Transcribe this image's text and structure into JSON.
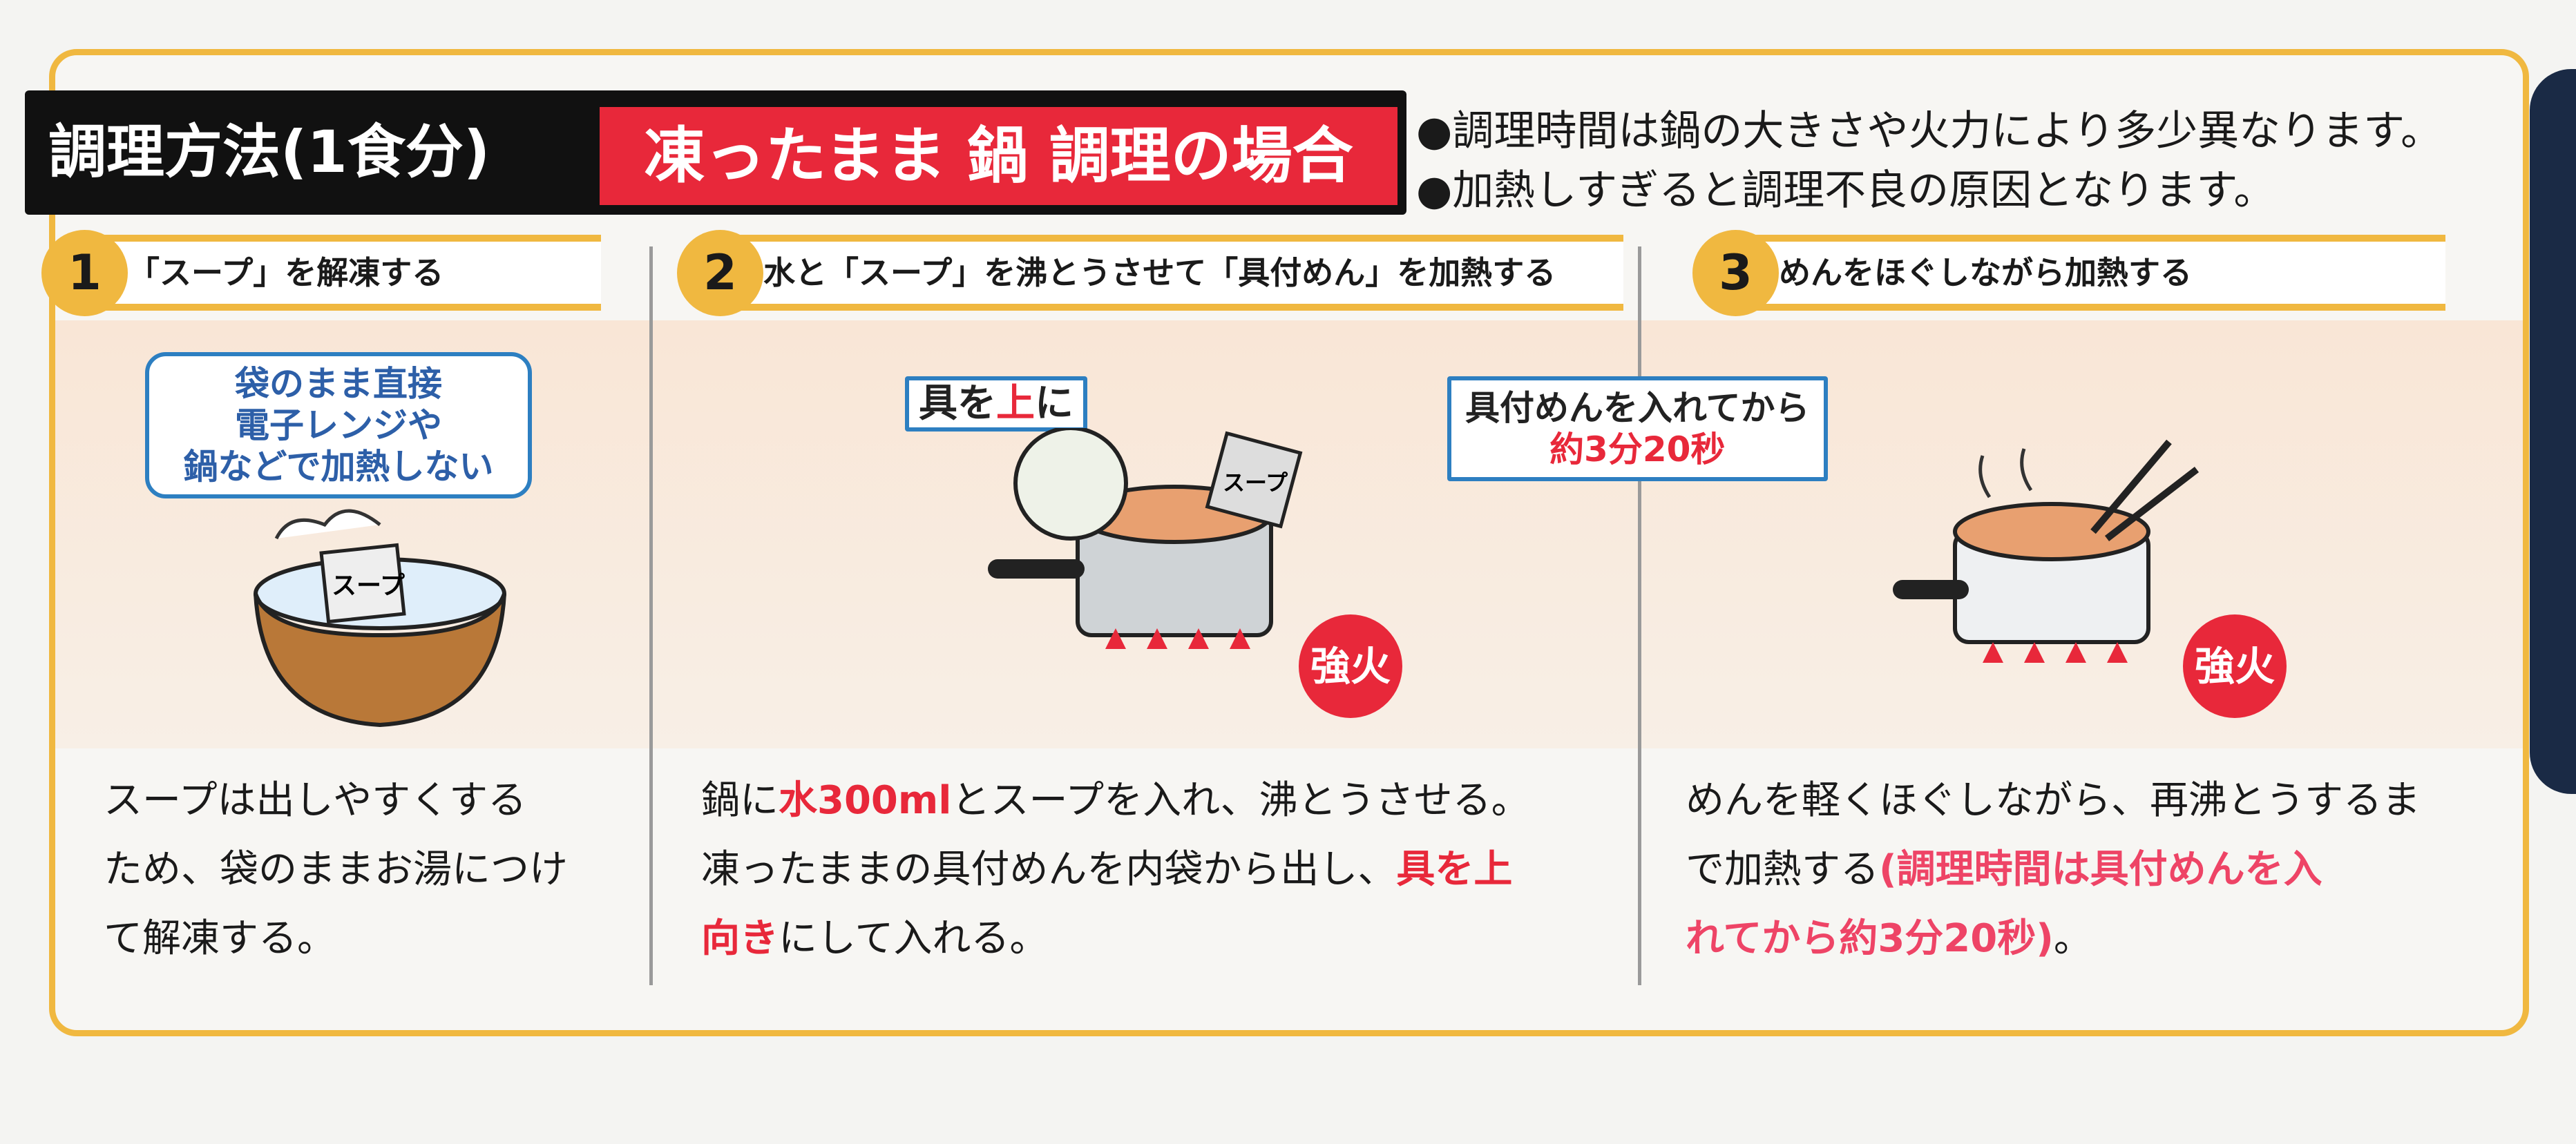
{
  "header": {
    "title": "調理方法(1食分)",
    "method": "凍ったまま 鍋 調理の場合",
    "notes": [
      "●調理時間は鍋の大きさや火力により多少異なります。",
      "●加熱しすぎると調理不良の原因となります。"
    ]
  },
  "steps": [
    {
      "number": "1",
      "title": "「スープ」を解凍する",
      "callout": [
        "袋のまま直接",
        "電子レンジや",
        "鍋などで加熱しない"
      ],
      "packet_label": "スープ",
      "body": [
        "スープは出しやすくする",
        "ため、袋のままお湯につけ",
        "て解凍する。"
      ]
    },
    {
      "number": "2",
      "title": "水と「スープ」を沸とうさせて「具付めん」を加熱する",
      "label_prefix": "具を",
      "label_highlight": "上",
      "label_suffix": "に",
      "packet_label": "スープ",
      "callout": [
        "具付めんを入れてから",
        "約3分20秒"
      ],
      "heat": "強火",
      "body_a": "鍋に",
      "body_b": "水300ml",
      "body_c": "とスープを入れ、沸とうさせる。",
      "body_d": "凍ったままの具付めんを内袋から出し、",
      "body_e": "具を上",
      "body_f": "向き",
      "body_g": "にして入れる。"
    },
    {
      "number": "3",
      "title": "めんをほぐしながら加熱する",
      "heat": "強火",
      "body_a": "めんを軽くほぐしながら、再沸とうするま",
      "body_b": "で加熱する",
      "body_c": "(調理時間は具付めんを入",
      "body_d": "れてから約3分20秒)",
      "body_e": "。"
    }
  ],
  "colors": {
    "accent": "#f0b840",
    "red": "#e8283a",
    "blue": "#2d7fc1"
  }
}
